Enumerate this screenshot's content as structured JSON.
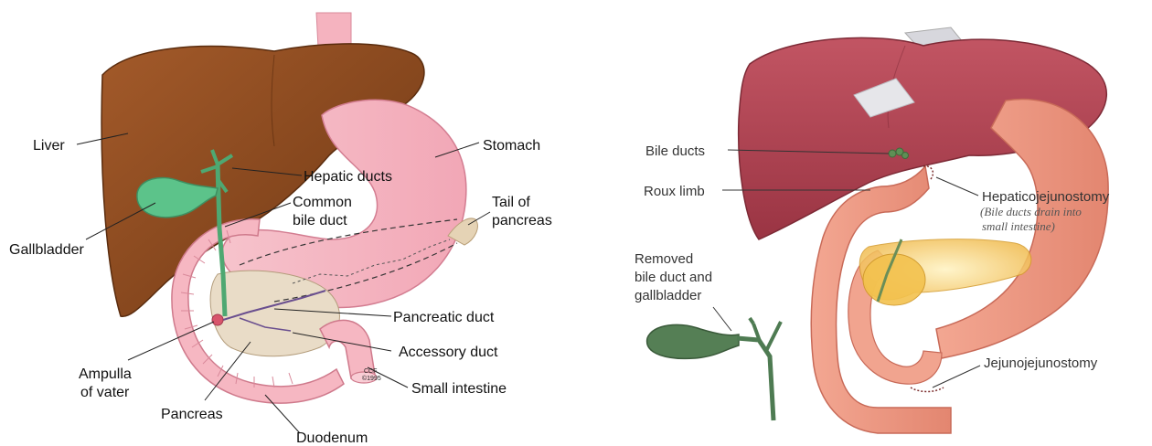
{
  "left_diagram": {
    "labels": {
      "liver": "Liver",
      "hepatic_ducts": "Hepatic ducts",
      "common_bile_duct_1": "Common",
      "common_bile_duct_2": "bile duct",
      "gallbladder": "Gallbladder",
      "stomach": "Stomach",
      "tail_of_pancreas_1": "Tail of",
      "tail_of_pancreas_2": "pancreas",
      "pancreatic_duct": "Pancreatic duct",
      "accessory_duct": "Accessory duct",
      "ampulla_1": "Ampulla",
      "ampulla_2": "of vater",
      "small_intestine": "Small intestine",
      "pancreas": "Pancreas",
      "duodenum": "Duodenum",
      "ccf_mark_1": "CCF",
      "ccf_mark_2": "©1995"
    }
  },
  "right_diagram": {
    "labels": {
      "bile_ducts": "Bile ducts",
      "roux_limb": "Roux limb",
      "hepaticojejunostomy": "Hepaticojejunostomy",
      "hepaticojejunostomy_note_1": "(Bile ducts drain into",
      "hepaticojejunostomy_note_2": "small intestine)",
      "removed_1": "Removed",
      "removed_2": "bile duct and",
      "removed_3": "gallbladder",
      "jejunojejunostomy": "Jejunojejunostomy"
    }
  },
  "colors": {
    "liver_brown": "#8b4a1f",
    "gallbladder_green": "#5cc38a",
    "stomach_pink": "#f7b9c4",
    "pancreas_beige": "#e9dcc7",
    "liver_red": "#b3424f",
    "intestine_salmon": "#ef9a84",
    "pancreas_yellow": "#f2c24d",
    "removed_green": "#4e7b52"
  }
}
